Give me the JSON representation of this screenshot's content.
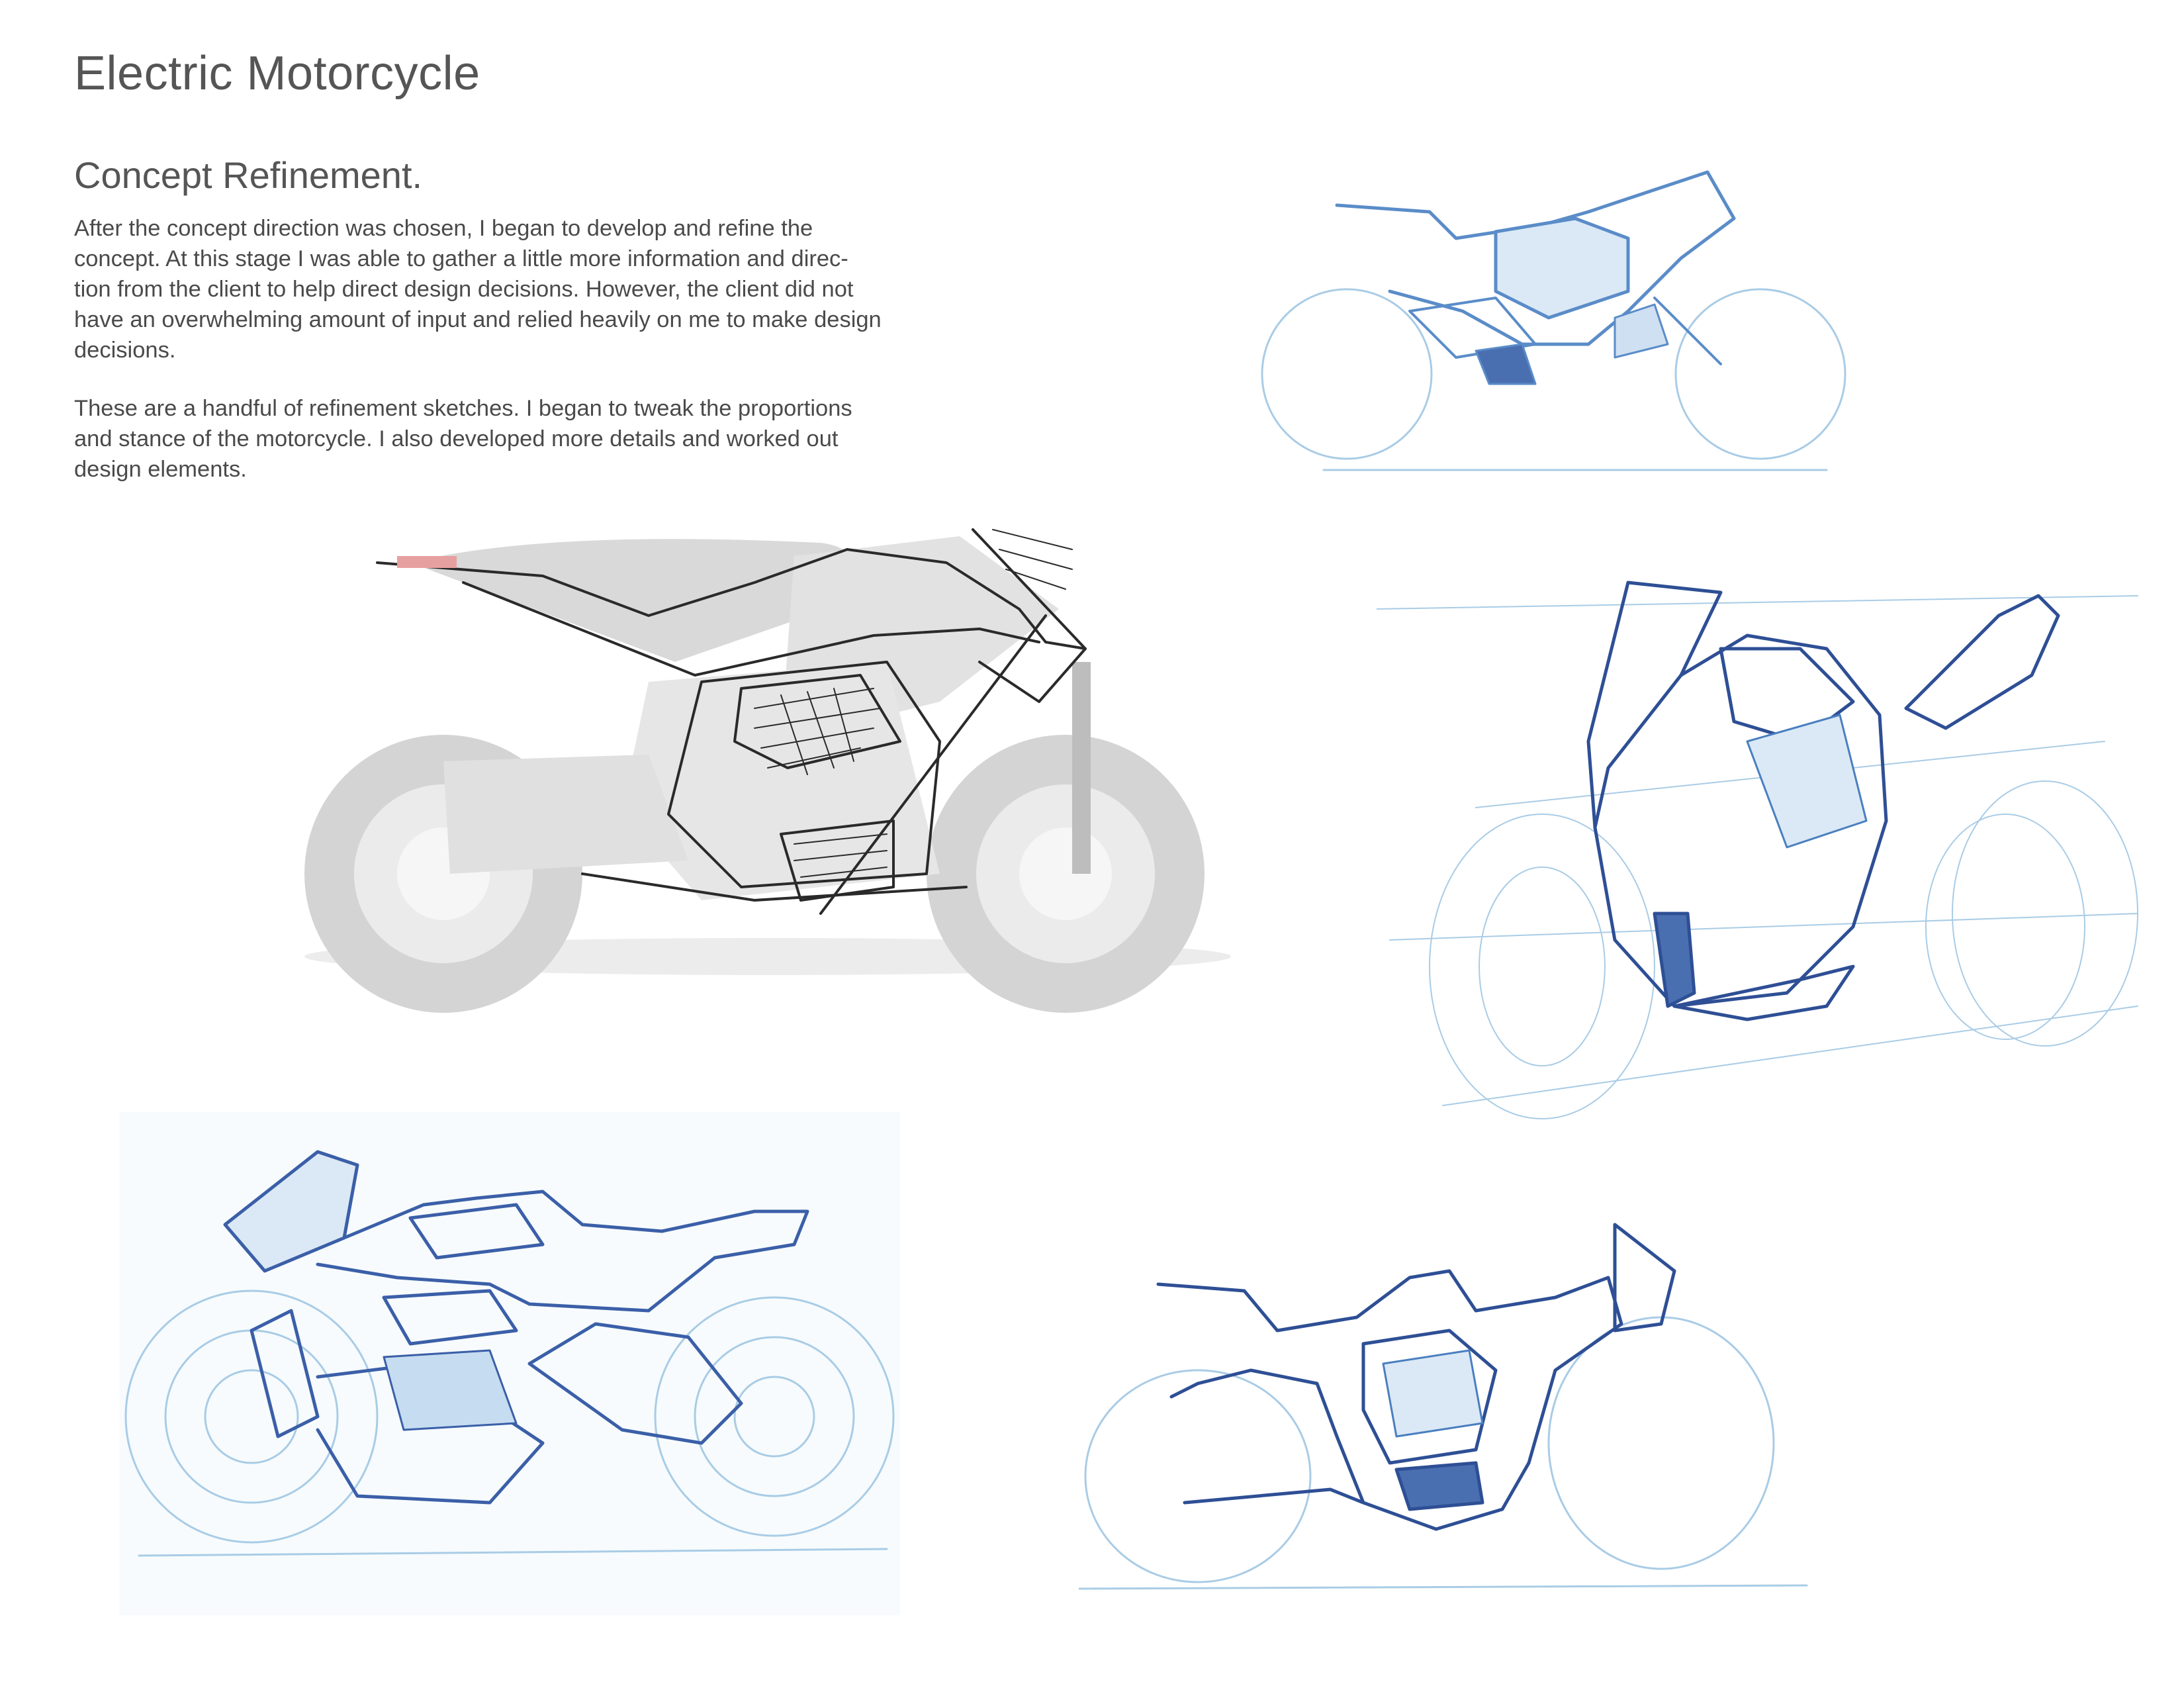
{
  "header": {
    "title": "Electric Motorcycle",
    "subtitle": "Concept Refinement."
  },
  "body": {
    "paragraph1_lines": [
      "After the concept direction was chosen, I began to develop and refine the",
      "concept.  At this stage I was able to gather a little more information and direc-",
      "tion from the client to help direct design decisions.  However, the client did not",
      "have an overwhelming amount of input and relied heavily on me to make design",
      "decisions."
    ],
    "paragraph2_lines": [
      "These are a handful of refinement sketches.  I began to tweak the proportions",
      "and stance of the motorcycle.  I also developed more details and worked out",
      "design elements."
    ]
  },
  "colors": {
    "sketch_blue": "#4a7fc0",
    "sketch_blue_light": "#a9cce6",
    "sketch_blue_dark": "#2e4f95",
    "render_gray": "#c8c8c8",
    "ink_dark": "#2a2a2a"
  }
}
